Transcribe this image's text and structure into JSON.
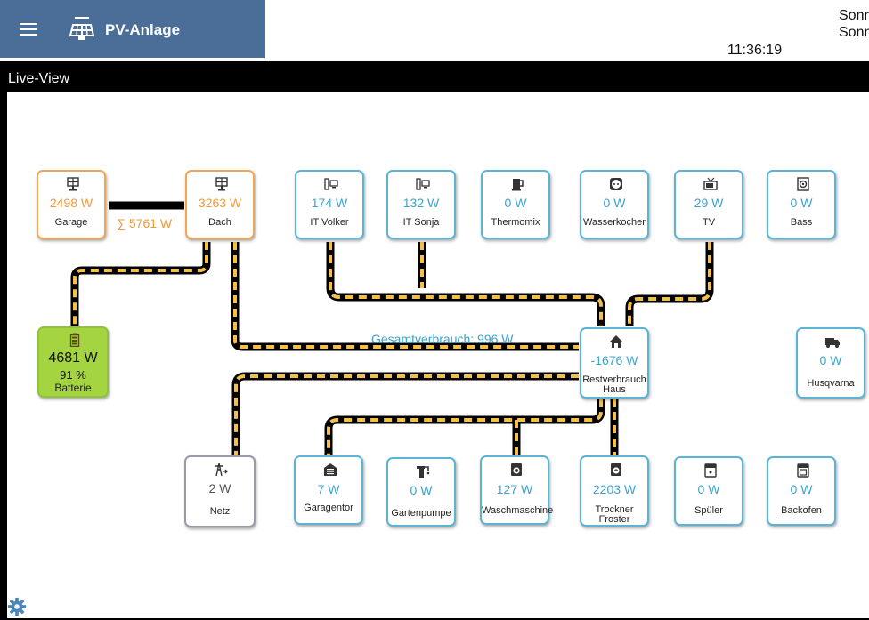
{
  "header": {
    "title": "PV-Anlage",
    "clock": "11:36:19",
    "top_right_lines": [
      "Sonn",
      "Sonn"
    ]
  },
  "panel": {
    "title": "Live-View"
  },
  "producers": {
    "garage": {
      "value": "2498 W",
      "label": "Garage"
    },
    "dach": {
      "value": "3263 W",
      "label": "Dach"
    },
    "sum": "∑ 5761 W"
  },
  "battery": {
    "value": "4681 W",
    "percent": "91 %",
    "label": "Batterie"
  },
  "total": "Gesamtverbrauch: 996 W",
  "house": {
    "value": "-1676 W",
    "label_line1": "Restverbrauch",
    "label_line2": "Haus"
  },
  "consumers_top": [
    {
      "value": "174 W",
      "label": "IT Volker",
      "icon": "computer-icon"
    },
    {
      "value": "132 W",
      "label": "IT Sonja",
      "icon": "computer-icon"
    },
    {
      "value": "0 W",
      "label": "Thermomix",
      "icon": "kitchen-machine-icon"
    },
    {
      "value": "0 W",
      "label": "Wasserkocher",
      "icon": "socket-icon"
    },
    {
      "value": "29 W",
      "label": "TV",
      "icon": "tv-icon"
    },
    {
      "value": "0 W",
      "label": "Bass",
      "icon": "speaker-icon"
    }
  ],
  "husqvarna": {
    "value": "0 W",
    "label": "Husqvarna",
    "icon": "van-icon"
  },
  "grid": {
    "value": "2 W",
    "label": "Netz"
  },
  "consumers_bottom": [
    {
      "value": "7 W",
      "label": "Garagentor",
      "icon": "garage-door-icon"
    },
    {
      "value": "0 W",
      "label": "Gartenpumpe",
      "icon": "pump-icon"
    },
    {
      "value": "127 W",
      "label": "Waschmaschine",
      "icon": "washing-machine-icon"
    },
    {
      "value": "2203 W",
      "label_line1": "Trockner",
      "label_line2": "Froster",
      "icon": "dryer-icon"
    },
    {
      "value": "0 W",
      "label": "Spüler",
      "icon": "dishwasher-icon"
    },
    {
      "value": "0 W",
      "label": "Backofen",
      "icon": "oven-icon"
    }
  ],
  "colors": {
    "header_bg": "#4a6e98",
    "producer": "#ef9a3a",
    "consumer": "#3aa3cf",
    "battery": "#a4d541",
    "flow_dash": "#f5c04a"
  }
}
